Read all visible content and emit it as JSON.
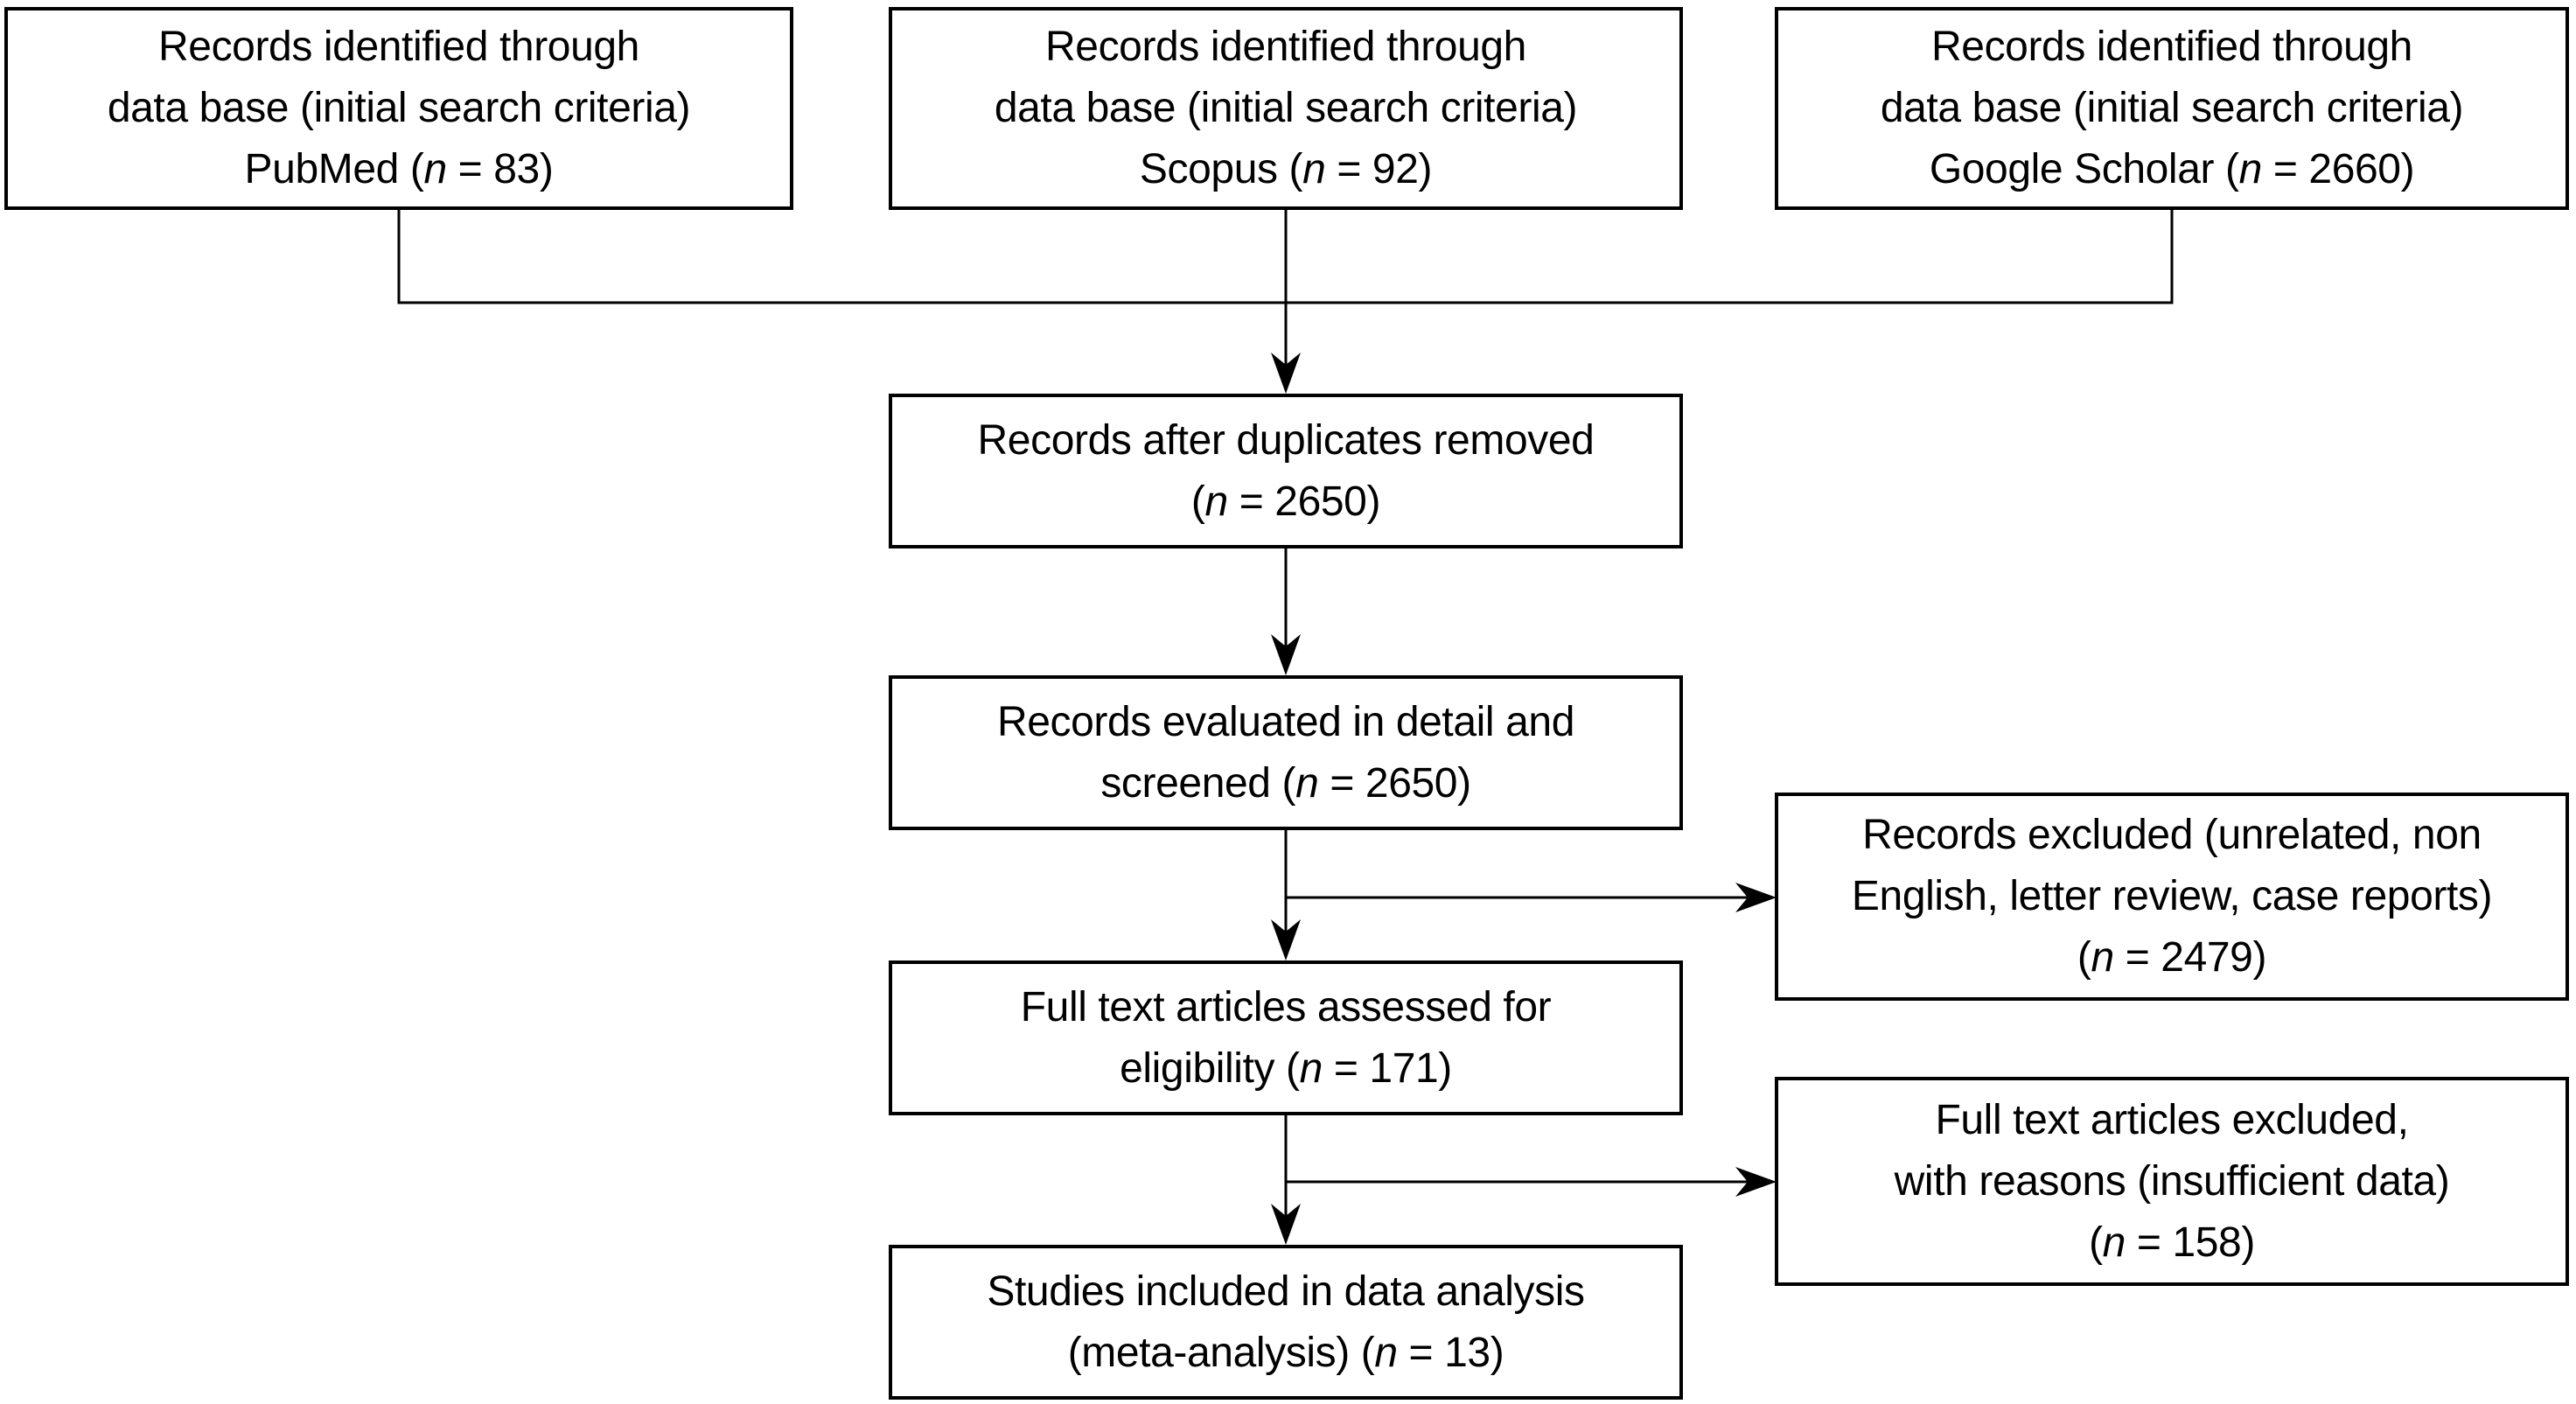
{
  "diagram": {
    "kind": "prisma-flowchart",
    "colors": {
      "background": "#ffffff",
      "box_border": "#000000",
      "text": "#000000",
      "arrow": "#000000"
    },
    "boxes": [
      {
        "id": "identified-pubmed",
        "lines": [
          {
            "pre": "Records identified through",
            "n": "",
            "post": ""
          },
          {
            "pre": "data base (initial search criteria)",
            "n": "",
            "post": ""
          },
          {
            "pre": "PubMed (",
            "n": "n",
            "post": " = 83)"
          }
        ]
      },
      {
        "id": "identified-scopus",
        "lines": [
          {
            "pre": "Records identified through",
            "n": "",
            "post": ""
          },
          {
            "pre": "data base (initial search criteria)",
            "n": "",
            "post": ""
          },
          {
            "pre": "Scopus (",
            "n": "n",
            "post": " = 92)"
          }
        ]
      },
      {
        "id": "identified-google-scholar",
        "lines": [
          {
            "pre": "Records identified through",
            "n": "",
            "post": ""
          },
          {
            "pre": "data base (initial search criteria)",
            "n": "",
            "post": ""
          },
          {
            "pre": "Google Scholar (",
            "n": "n",
            "post": " = 2660)"
          }
        ]
      },
      {
        "id": "duplicates-removed",
        "lines": [
          {
            "pre": "Records after duplicates removed",
            "n": "",
            "post": ""
          },
          {
            "pre": "(",
            "n": "n",
            "post": " = 2650)"
          }
        ]
      },
      {
        "id": "evaluated-screened",
        "lines": [
          {
            "pre": "Records evaluated in detail and",
            "n": "",
            "post": ""
          },
          {
            "pre": "screened (",
            "n": "n",
            "post": " = 2650)"
          }
        ]
      },
      {
        "id": "records-excluded",
        "lines": [
          {
            "pre": "Records excluded (unrelated, non",
            "n": "",
            "post": ""
          },
          {
            "pre": "English, letter review, case reports)",
            "n": "",
            "post": ""
          },
          {
            "pre": "(",
            "n": "n",
            "post": " = 2479)"
          }
        ]
      },
      {
        "id": "fulltext-assessed",
        "lines": [
          {
            "pre": "Full text articles assessed for",
            "n": "",
            "post": ""
          },
          {
            "pre": "eligibility (",
            "n": "n",
            "post": " = 171)"
          }
        ]
      },
      {
        "id": "fulltext-excluded",
        "lines": [
          {
            "pre": "Full text articles excluded,",
            "n": "",
            "post": ""
          },
          {
            "pre": "with reasons (insufficient data)",
            "n": "",
            "post": ""
          },
          {
            "pre": "(",
            "n": "n",
            "post": " = 158)"
          }
        ]
      },
      {
        "id": "studies-included",
        "lines": [
          {
            "pre": "Studies included in data analysis",
            "n": "",
            "post": ""
          },
          {
            "pre": "(meta-analysis) (",
            "n": "n",
            "post": " = 13)"
          }
        ]
      }
    ],
    "edges": [
      {
        "from": "identified-pubmed",
        "to": "duplicates-removed"
      },
      {
        "from": "identified-scopus",
        "to": "duplicates-removed"
      },
      {
        "from": "identified-google-scholar",
        "to": "duplicates-removed"
      },
      {
        "from": "duplicates-removed",
        "to": "evaluated-screened"
      },
      {
        "from": "evaluated-screened",
        "to": "fulltext-assessed"
      },
      {
        "from": "evaluated-screened",
        "to": "records-excluded"
      },
      {
        "from": "fulltext-assessed",
        "to": "studies-included"
      },
      {
        "from": "fulltext-assessed",
        "to": "fulltext-excluded"
      }
    ]
  }
}
